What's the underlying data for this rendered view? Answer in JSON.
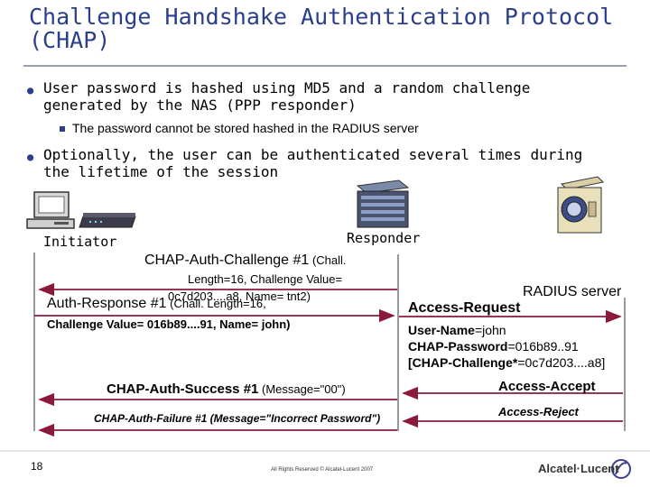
{
  "title": "Challenge Handshake Authentication Protocol (CHAP)",
  "bullets": [
    {
      "text": "User password is hashed using MD5 and a random challenge generated by the NAS (PPP responder)"
    },
    {
      "text": "The password cannot be stored hashed in the RADIUS server"
    },
    {
      "text": "Optionally, the user can be authenticated several times during the lifetime of the session"
    }
  ],
  "actors": {
    "initiator": "Initiator",
    "responder": "Responder",
    "radius": "RADIUS server"
  },
  "messages": {
    "challenge_head": "CHAP-Auth-Challenge #1",
    "challenge_tail": " (Chall.",
    "challenge_line2": "Length=16, Challenge Value=",
    "challenge_line3": "0c7d203....a8, Name= tnt2)",
    "response_head": "Auth-Response #1",
    "response_tail": " (Chall. Length=16,",
    "response_line2": "Challenge Value= 016b89....91, Name= john)",
    "access_request": "Access-Request",
    "user_name_key": "User-Name",
    "user_name_val": "=john",
    "chap_password_key": "CHAP-Password",
    "chap_password_val": "=016b89..91",
    "chap_challenge_key": "[CHAP-Challenge*",
    "chap_challenge_val": "=0c7d203....a8]",
    "success_head": "CHAP-Auth-Success #1",
    "success_tail": " (Message=\"00\")",
    "access_accept": "Access-Accept",
    "failure": "CHAP-Auth-Failure #1 (Message=\"Incorrect Password\")",
    "access_reject": "Access-Reject"
  },
  "footer": {
    "page_number": "18",
    "copyright": "All Rights Reserved © Alcatel-Lucent 2007",
    "logo": "Alcatel·Lucent"
  },
  "colors": {
    "title": "#2b3e8c",
    "arrow": "#8b1a3a",
    "bullet": "#2b3e8c"
  }
}
